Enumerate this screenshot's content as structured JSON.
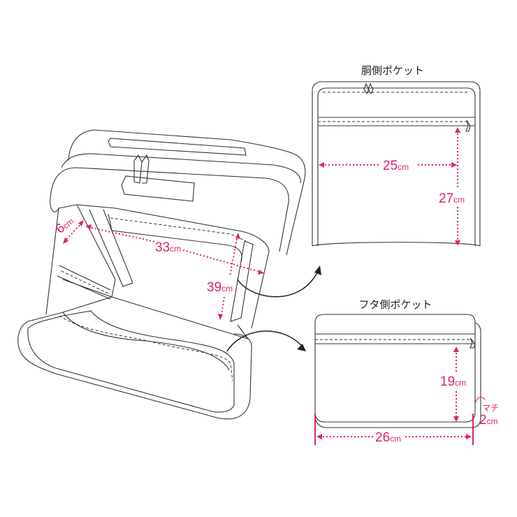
{
  "pockets": {
    "body_side": {
      "title": "胴側ポケット",
      "width": {
        "value": "25",
        "unit": "cm"
      },
      "height": {
        "value": "27",
        "unit": "cm"
      }
    },
    "lid_side": {
      "title": "フタ側ポケット",
      "height": {
        "value": "19",
        "unit": "cm"
      },
      "width": {
        "value": "26",
        "unit": "cm"
      },
      "gusset_label": "マチ",
      "gusset": {
        "value": "2",
        "unit": "cm"
      }
    }
  },
  "bag": {
    "depth": {
      "value": "6",
      "unit": "cm"
    },
    "width": {
      "value": "33",
      "unit": "cm"
    },
    "height": {
      "value": "39",
      "unit": "cm"
    }
  },
  "colors": {
    "dimension": "#e0206e",
    "line": "#333333"
  }
}
